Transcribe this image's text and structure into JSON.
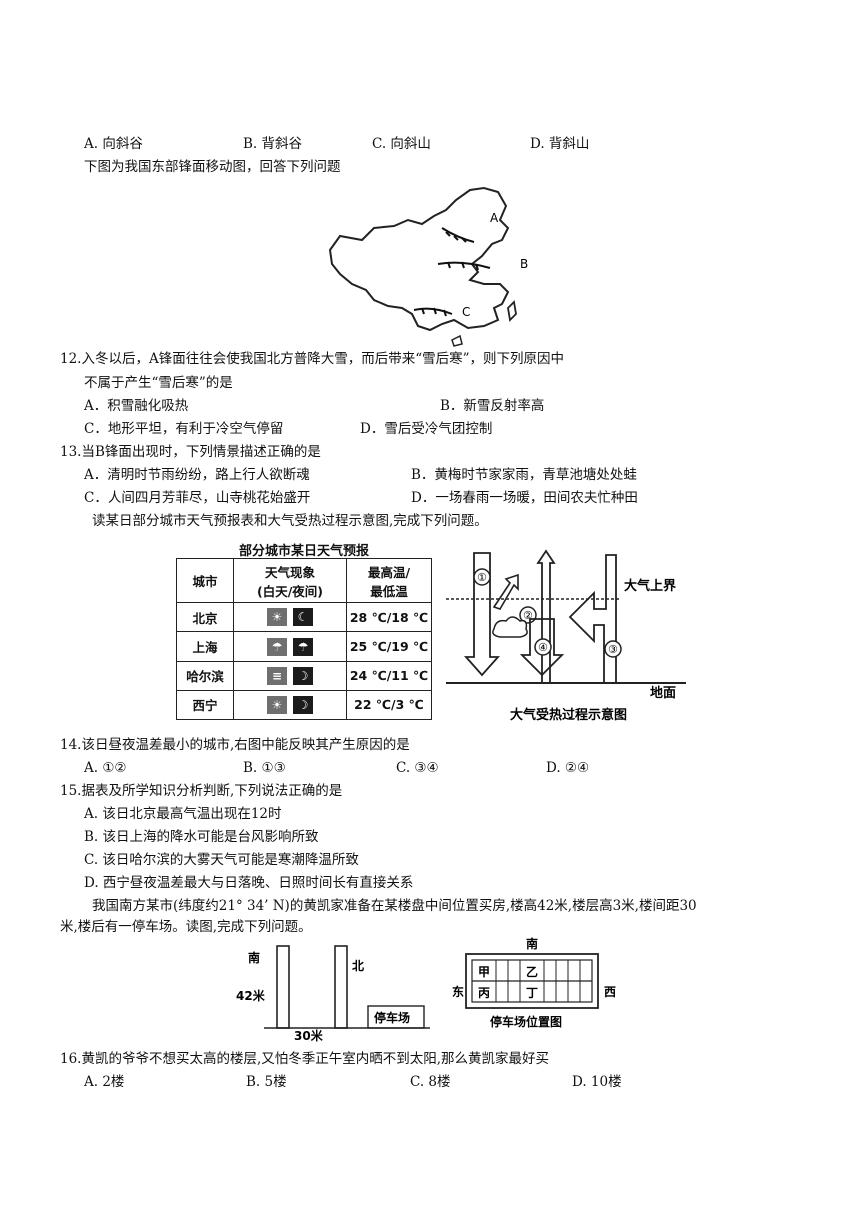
{
  "q11_options": [
    "A. 向斜谷",
    "B. 背斜谷",
    "C. 向斜山",
    "D. 背斜山"
  ],
  "intro_front": "下图为我国东部锋面移动图，回答下列问题",
  "map_labels": {
    "a": "A",
    "b": "B",
    "c": "C"
  },
  "q12": {
    "stem_line1": "12.入冬以后，A锋面往往会使我国北方普降大雪，而后带来“雪后寒”，则下列原因中",
    "stem_line2": "不属于产生“雪后寒”的是",
    "options": [
      "A．积雪融化吸热",
      "B．新雪反射率高",
      "C．地形平坦，有利于冷空气停留",
      "D．雪后受冷气团控制"
    ]
  },
  "q13": {
    "stem": "13.当B锋面出现时，下列情景描述正确的是",
    "options": [
      "A．清明时节雨纷纷，路上行人欲断魂",
      "B．黄梅时节家家雨，青草池塘处处蛙",
      "C．人间四月芳菲尽，山寺桃花始盛开",
      "D．一场春雨一场暖，田间农夫忙种田"
    ]
  },
  "intro_weather": "读某日部分城市天气预报表和大气受热过程示意图,完成下列问题。",
  "weather_table": {
    "title": "部分城市某日天气预报",
    "headers": [
      "城市",
      "天气现象\n(白天/夜间)",
      "最高温/\n最低温"
    ],
    "header_weather_1": "天气现象",
    "header_weather_2": "(白天/夜间)",
    "header_temp_1": "最高温/",
    "header_temp_2": "最低温",
    "rows": [
      {
        "city": "北京",
        "day_icon": "sun-icon",
        "night_icon": "moon-cloud-icon",
        "temp": "28 ℃/18 ℃"
      },
      {
        "city": "上海",
        "day_icon": "rain-icon",
        "night_icon": "rain-icon",
        "temp": "25 ℃/19 ℃"
      },
      {
        "city": "哈尔滨",
        "day_icon": "fog-icon",
        "night_icon": "moon-icon",
        "temp": "24 ℃/11 ℃"
      },
      {
        "city": "西宁",
        "day_icon": "sun-icon",
        "night_icon": "moon-icon",
        "temp": "22 ℃/3 ℃"
      }
    ]
  },
  "heating_diagram": {
    "top_label": "大气上界",
    "ground_label": "地面",
    "caption": "大气受热过程示意图",
    "markers": [
      "①",
      "②",
      "③",
      "④"
    ]
  },
  "q14": {
    "stem": "14.该日昼夜温差最小的城市,右图中能反映其产生原因的是",
    "options": [
      "A. ①②",
      "B. ①③",
      "C. ③④",
      "D. ②④"
    ]
  },
  "q15": {
    "stem": "15.据表及所学知识分析判断,下列说法正确的是",
    "options": [
      "A. 该日北京最高气温出现在12时",
      "B. 该日上海的降水可能是台风影响所致",
      "C. 该日哈尔滨的大雾天气可能是寒潮降温所致",
      "D. 西宁昼夜温差最大与日落晚、日照时间长有直接关系"
    ]
  },
  "intro_building_1": "我国南方某市(纬度约21° 34’ N)的黄凯家准备在某楼盘中间位置买房,楼高42米,楼层高3米,楼间距30",
  "intro_building_2": "米,楼后有一停车场。读图,完成下列问题。",
  "building_figure": {
    "south": "南",
    "north": "北",
    "height": "42米",
    "distance": "30米",
    "parking": "停车场"
  },
  "parking_figure": {
    "south": "南",
    "east": "东",
    "west": "西",
    "jia": "甲",
    "yi": "乙",
    "bing": "丙",
    "ding": "丁",
    "caption": "停车场位置图"
  },
  "q16": {
    "stem": "16.黄凯的爷爷不想买太高的楼层,又怕冬季正午室内晒不到太阳,那么黄凯家最好买",
    "options": [
      "A. 2楼",
      "B. 5楼",
      "C. 8楼",
      "D. 10楼"
    ]
  }
}
